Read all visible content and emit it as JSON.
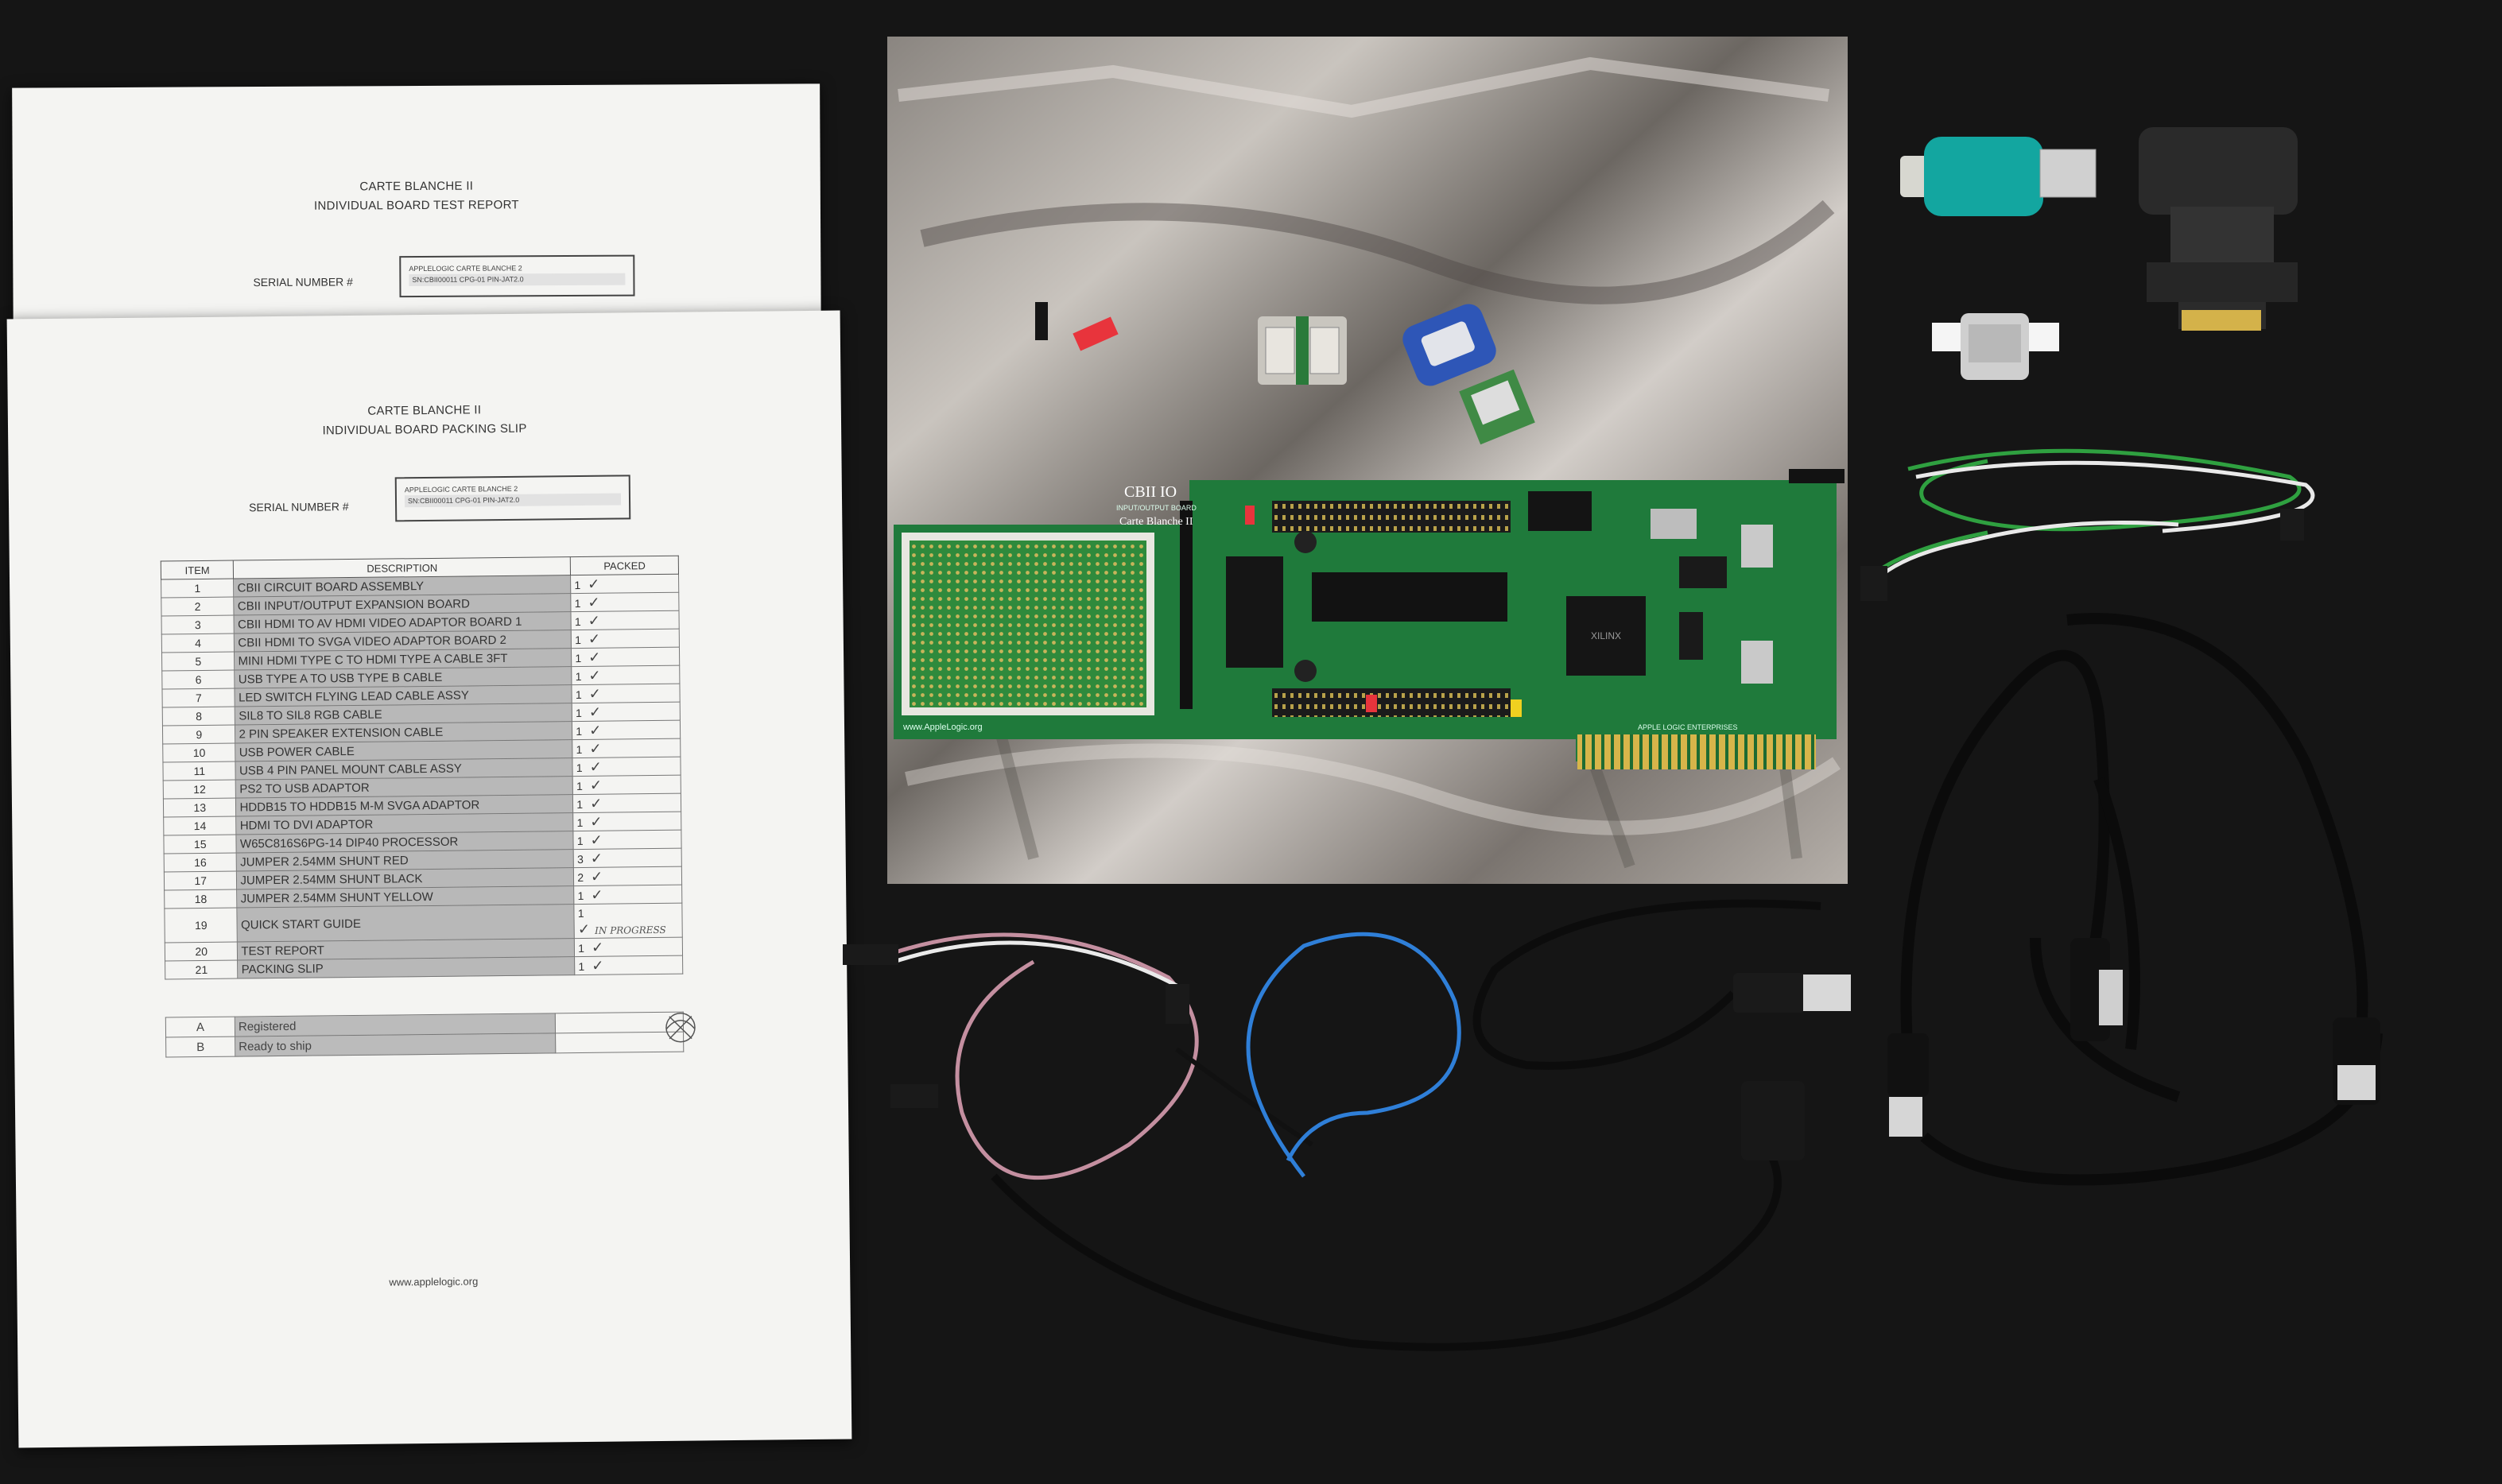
{
  "test_report": {
    "title_line1": "CARTE BLANCHE II",
    "title_line2": "INDIVIDUAL BOARD TEST REPORT",
    "serial_label": "SERIAL NUMBER #",
    "serial_line1": "APPLELOGIC CARTE BLANCHE 2",
    "serial_line2": "SN:CBII00011  CPG-01  PIN-JAT2.0"
  },
  "packing_slip": {
    "title_line1": "CARTE BLANCHE II",
    "title_line2": "INDIVIDUAL BOARD PACKING SLIP",
    "serial_label": "SERIAL NUMBER #",
    "serial_line1": "APPLELOGIC CARTE BLANCHE 2",
    "serial_line2": "SN:CBII00011  CPG-01  PIN-JAT2.0",
    "columns": [
      "ITEM",
      "DESCRIPTION",
      "PACKED"
    ],
    "items": [
      {
        "num": "1",
        "desc": "CBII CIRCUIT BOARD ASSEMBLY",
        "qty": "1"
      },
      {
        "num": "2",
        "desc": "CBII INPUT/OUTPUT EXPANSION BOARD",
        "qty": "1"
      },
      {
        "num": "3",
        "desc": "CBII HDMI TO AV HDMI VIDEO ADAPTOR BOARD 1",
        "qty": "1"
      },
      {
        "num": "4",
        "desc": "CBII HDMI TO SVGA VIDEO ADAPTOR BOARD 2",
        "qty": "1"
      },
      {
        "num": "5",
        "desc": "MINI HDMI TYPE C TO HDMI TYPE A CABLE 3FT",
        "qty": "1"
      },
      {
        "num": "6",
        "desc": "USB TYPE A TO USB TYPE B CABLE",
        "qty": "1"
      },
      {
        "num": "7",
        "desc": "LED SWITCH FLYING LEAD CABLE ASSY",
        "qty": "1"
      },
      {
        "num": "8",
        "desc": "SIL8 TO SIL8 RGB CABLE",
        "qty": "1"
      },
      {
        "num": "9",
        "desc": "2 PIN SPEAKER EXTENSION CABLE",
        "qty": "1"
      },
      {
        "num": "10",
        "desc": "USB POWER CABLE",
        "qty": "1"
      },
      {
        "num": "11",
        "desc": "USB 4 PIN PANEL MOUNT CABLE ASSY",
        "qty": "1"
      },
      {
        "num": "12",
        "desc": "PS2 TO USB ADAPTOR",
        "qty": "1"
      },
      {
        "num": "13",
        "desc": "HDDB15 TO HDDB15 M-M SVGA ADAPTOR",
        "qty": "1"
      },
      {
        "num": "14",
        "desc": "HDMI TO DVI ADAPTOR",
        "qty": "1"
      },
      {
        "num": "15",
        "desc": "W65C816S6PG-14 DIP40 PROCESSOR",
        "qty": "1"
      },
      {
        "num": "16",
        "desc": "JUMPER 2.54MM SHUNT RED",
        "qty": "3"
      },
      {
        "num": "17",
        "desc": "JUMPER 2.54MM SHUNT BLACK",
        "qty": "2"
      },
      {
        "num": "18",
        "desc": "JUMPER 2.54MM SHUNT YELLOW",
        "qty": "1"
      },
      {
        "num": "19",
        "desc": "QUICK START GUIDE",
        "qty": "1",
        "note": "IN PROGRESS"
      },
      {
        "num": "20",
        "desc": "TEST REPORT",
        "qty": "1"
      },
      {
        "num": "21",
        "desc": "PACKING SLIP",
        "qty": "1"
      }
    ],
    "status": [
      {
        "num": "A",
        "desc": "Registered"
      },
      {
        "num": "B",
        "desc": "Ready to ship"
      }
    ],
    "footer_url": "www.applelogic.org"
  },
  "board": {
    "header_title": "CBII IO",
    "header_sub": "INPUT/OUTPUT BOARD",
    "brand": "Carte Blanche II",
    "url": "www.AppleLogic.org",
    "edge_text": "APPLE LOGIC ENTERPRISES",
    "chip_label": "XILINX"
  }
}
